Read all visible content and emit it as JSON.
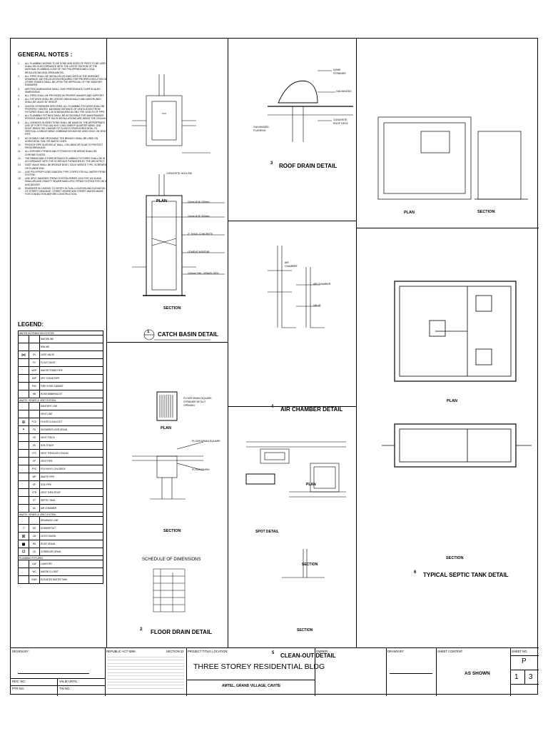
{
  "notes": {
    "heading": "GENERAL NOTES :",
    "items": [
      {
        "n": "1.",
        "t": "ALL PLUMBING WORKS TO BE DONE AND SIZES OF PIPES TO BE USED SHALL BE IN ACCORDANCE WITH THE LATEST EDITION OF THE NATIONAL PLUMBING CODE OF THE PHILIPPINES AND LOCAL REGULATIONS AND ORDINANCES."
      },
      {
        "n": "2.",
        "t": "ALL PIPES SHALL BE INSTALLED AS INDICATED IN THE WORKING DRAWINGS. ANY RELOCATION REQUIRED FOR PROPER EXECUTION OF OTHER TRADES SHALL BE UPON THE APPROVAL OF THE SANITARY ENGINEER."
      },
      {
        "n": "3.",
        "t": "WRITTEN DIMENSIONS SHALL TAKE PRECEDENCE OVER SCALED DIMENSIONS."
      },
      {
        "n": "4.",
        "t": "ALL PIPES SHALL BE PROVIDED W/ PROPER HANGER AND SUPPORT."
      },
      {
        "n": "5.",
        "t": "ALL FIXTURES SHALL BE VENTED INDIVIDUALLY AND WATERLINES SHALL BE VALVE BY GROUP."
      },
      {
        "n": "6.",
        "t": "UNLESS OTHERWISE SPECIFIED, ALL PLUMBING FIXTURES SHALL BE PROPERLY VENTED. MAXIMUM DISTANCE OF VENTILATION FROM FIXTURES SHALL BE 1.50 M MEASURED ALONG THE LENGTH OF PIPE."
      },
      {
        "n": "7.",
        "t": "ALL PLUMBING FITTINGS SHALL BE ACCESSIBLE FOR MAINTENANCE. PROVIDE MANHOLE IF SUCH INSTALLATIONS ARE INSIDE THE CEILING."
      },
      {
        "n": "8.",
        "t": "ALL CHANGES IN DIRECTIONS SHALL BE MADE BY THE APPROPRIATE USE OF FORTY FIVE (45) WYE LONG SWEEP QUARTER BEND, ONE EIGHT WHEN THE CHANGE OF FLOW IS FROM HORIZONTAL TO VERTICAL A SINGLE BEND COMBINATION MAY BE USED ONLY ON VENT PIPE."
      },
      {
        "n": "9.",
        "t": "NO DOUBLE HUB OR DOUBLE TEE BRANCH SHALL BE USED ON HORIZONTAL SOIL OR WASTE LINES."
      },
      {
        "n": "10.",
        "t": "PROVIDE PIPE SLEEVES AT WALL, COLUMNS OR SLAB TO PROTECT FROM BREAKAGE."
      },
      {
        "n": "11.",
        "t": "ALL EXPOSED PIPINGS AND FITTINGS IN THE AREAS SHALL BE CHROME PLATED."
      },
      {
        "n": "12.",
        "t": "THE BRAND AND OTHER DETAILED PLUMBING FIXTURES SHALL BE IN ACCORDANCE WITH THE SCHEDULE FURNISHED BY THE ARCHITECT."
      },
      {
        "n": "13.",
        "t": "GATE VALVE SHALL BE BRONZE BODY, SOLID WEDGE TYPE, SCREWED OR FLANGE END."
      },
      {
        "n": "14.",
        "t": "USE POLYPROPYLENE RANDOM TYPE 3 PIPES FOR ALL WATER PIPING SYSTEM."
      },
      {
        "n": "15.",
        "t": "USE UPVC SANITARY PIPING SYSTEM SERIES 1000 FOR 100 Ø AND SMALLER AND GRAVITY SEWER MAIN UPVC PIPING SYSTEM FOR 150 Ø AND BIGGER."
      },
      {
        "n": "16.",
        "t": "ENGINEER IN-CHARGE TO VERIFY ACTUAL LOCATION AND ELEVATION OF STREET DRAINAGE, STREET SEWER AND STREET WATER MAINS FOR CONNECTION BEFORE CONSTRUCTION."
      }
    ]
  },
  "legend": {
    "heading": "LEGEND:",
    "rows": [
      {
        "sec": true,
        "d": "WATER DISTRIBUTION SYSTEM"
      },
      {
        "s": "",
        "a": "",
        "d": "WATERLINE"
      },
      {
        "s": "",
        "a": "",
        "d": "HWLINE"
      },
      {
        "s": "⋈",
        "a": "GV",
        "d": "GATE VALVE"
      },
      {
        "s": "",
        "a": "FV",
        "d": "FLOAT VALVE"
      },
      {
        "s": "",
        "a": "WSP",
        "d": "WATER STAND PIPE"
      },
      {
        "s": "",
        "a": "DSP",
        "d": "DRY STAND PIPE"
      },
      {
        "s": "",
        "a": "FHC",
        "d": "FIRE HOSE CABINET"
      },
      {
        "s": "",
        "a": "HB",
        "d": "HOSE BIBB/FAUCET"
      },
      {
        "sec": true,
        "d": "WASTE, SEWER & VENT SYSTEM"
      },
      {
        "s": "",
        "a": "",
        "d": "SANITARY LINE"
      },
      {
        "s": "",
        "a": "",
        "d": "VENT LINE"
      },
      {
        "s": "⊕",
        "a": "FCO",
        "d": "FLOOR CLEAN-OUT"
      },
      {
        "s": "▪",
        "a": "FD",
        "d": "SHOWER/FLOOR DRAIN"
      },
      {
        "s": "",
        "a": "VS",
        "d": "VENT STACK"
      },
      {
        "s": "",
        "a": "SS",
        "d": "SOIL STACK"
      },
      {
        "s": "",
        "a": "VTC",
        "d": "VENT THROUGH CEILING"
      },
      {
        "s": "",
        "a": "VP",
        "d": "VENT PIPE"
      },
      {
        "s": "",
        "a": "PVC",
        "d": "POLYVINYL CHLORIDE"
      },
      {
        "s": "",
        "a": "WP",
        "d": "WASTE PIPE"
      },
      {
        "s": "",
        "a": "SP",
        "d": "SOIL PIPE"
      },
      {
        "s": "",
        "a": "VTR",
        "d": "VENT THRU ROOF"
      },
      {
        "s": "",
        "a": "ST",
        "d": "SEPTIC TANK"
      },
      {
        "s": "",
        "a": "AC",
        "d": "AIR CHAMBER"
      },
      {
        "sec": true,
        "d": "WASTE, SEWER & VENT SYSTEM"
      },
      {
        "s": "",
        "a": "",
        "d": "DRAINAGE LINE"
      },
      {
        "s": "○",
        "a": "DS",
        "d": "DOWNSPOUT"
      },
      {
        "s": "⊠",
        "a": "CB",
        "d": "CATCH BASIN"
      },
      {
        "s": "◼",
        "a": "RD",
        "d": "ROOF DRAIN"
      },
      {
        "s": "◘",
        "a": "CD",
        "d": "CORRIDOR DRAIN"
      },
      {
        "sec": true,
        "d": "PLUMBING FIXTURES"
      },
      {
        "s": "",
        "a": "LAV",
        "d": "LAVATORY"
      },
      {
        "s": "",
        "a": "WC",
        "d": "WATER CLOSET"
      },
      {
        "s": "",
        "a": "EWH",
        "d": "ELEVATED WATER TANK"
      }
    ]
  },
  "details": {
    "catch_basin": {
      "num": "1",
      "title": "CATCH BASIN DETAIL",
      "plan": "PLAN",
      "section": "SECTION"
    },
    "floor_drain": {
      "num": "2",
      "title": "FLOOR DRAIN DETAIL",
      "plan": "PLAN",
      "section": "SECTION",
      "schedule": "SCHEDULE OF DIMENSIONS"
    },
    "roof_drain": {
      "num": "3",
      "title": "ROOF DRAIN DETAIL"
    },
    "air_chamber": {
      "num": "4",
      "title": "AIR CHAMBER DETAIL"
    },
    "clean_out": {
      "num": "5",
      "title": "CLEAN-OUT DETAIL",
      "plan": "PLAN",
      "spot": "SPOT DETAIL",
      "section1": "SECTION",
      "section2": "SECTION"
    },
    "septic": {
      "num": "6",
      "title": "TYPICAL SEPTIC TANK DETAIL",
      "plan_top": "PLAN",
      "section_top": "SECTION",
      "plan": "PLAN",
      "section": "SECTION"
    }
  },
  "title_block": {
    "design_by": "DESIGN BY:",
    "reg_no": "REG. NO.:",
    "valid_until": "VALID UNTIL:",
    "ptr_no": "PTR NO.:",
    "tin_no": "TIN NO.:",
    "republic_act": "REPUBLIC ACT 9266",
    "section33": "SECTION 33",
    "project_label": "PROJECT TITLE/ LOCATION:",
    "project_title": "THREE STOREY RESIDENTIAL BLDG",
    "location": "AMTEL, GRAND VILLAGE, CAVITE",
    "owner": "OWNER:",
    "drawn_by": "DRAWN BY:",
    "sheet_content": "SHEET CONTENT",
    "scale": "AS SHOWN",
    "sheet_no": "SHEET NO.",
    "sheet_letter": "P",
    "sheet_num": "1",
    "sheet_total": "3"
  }
}
